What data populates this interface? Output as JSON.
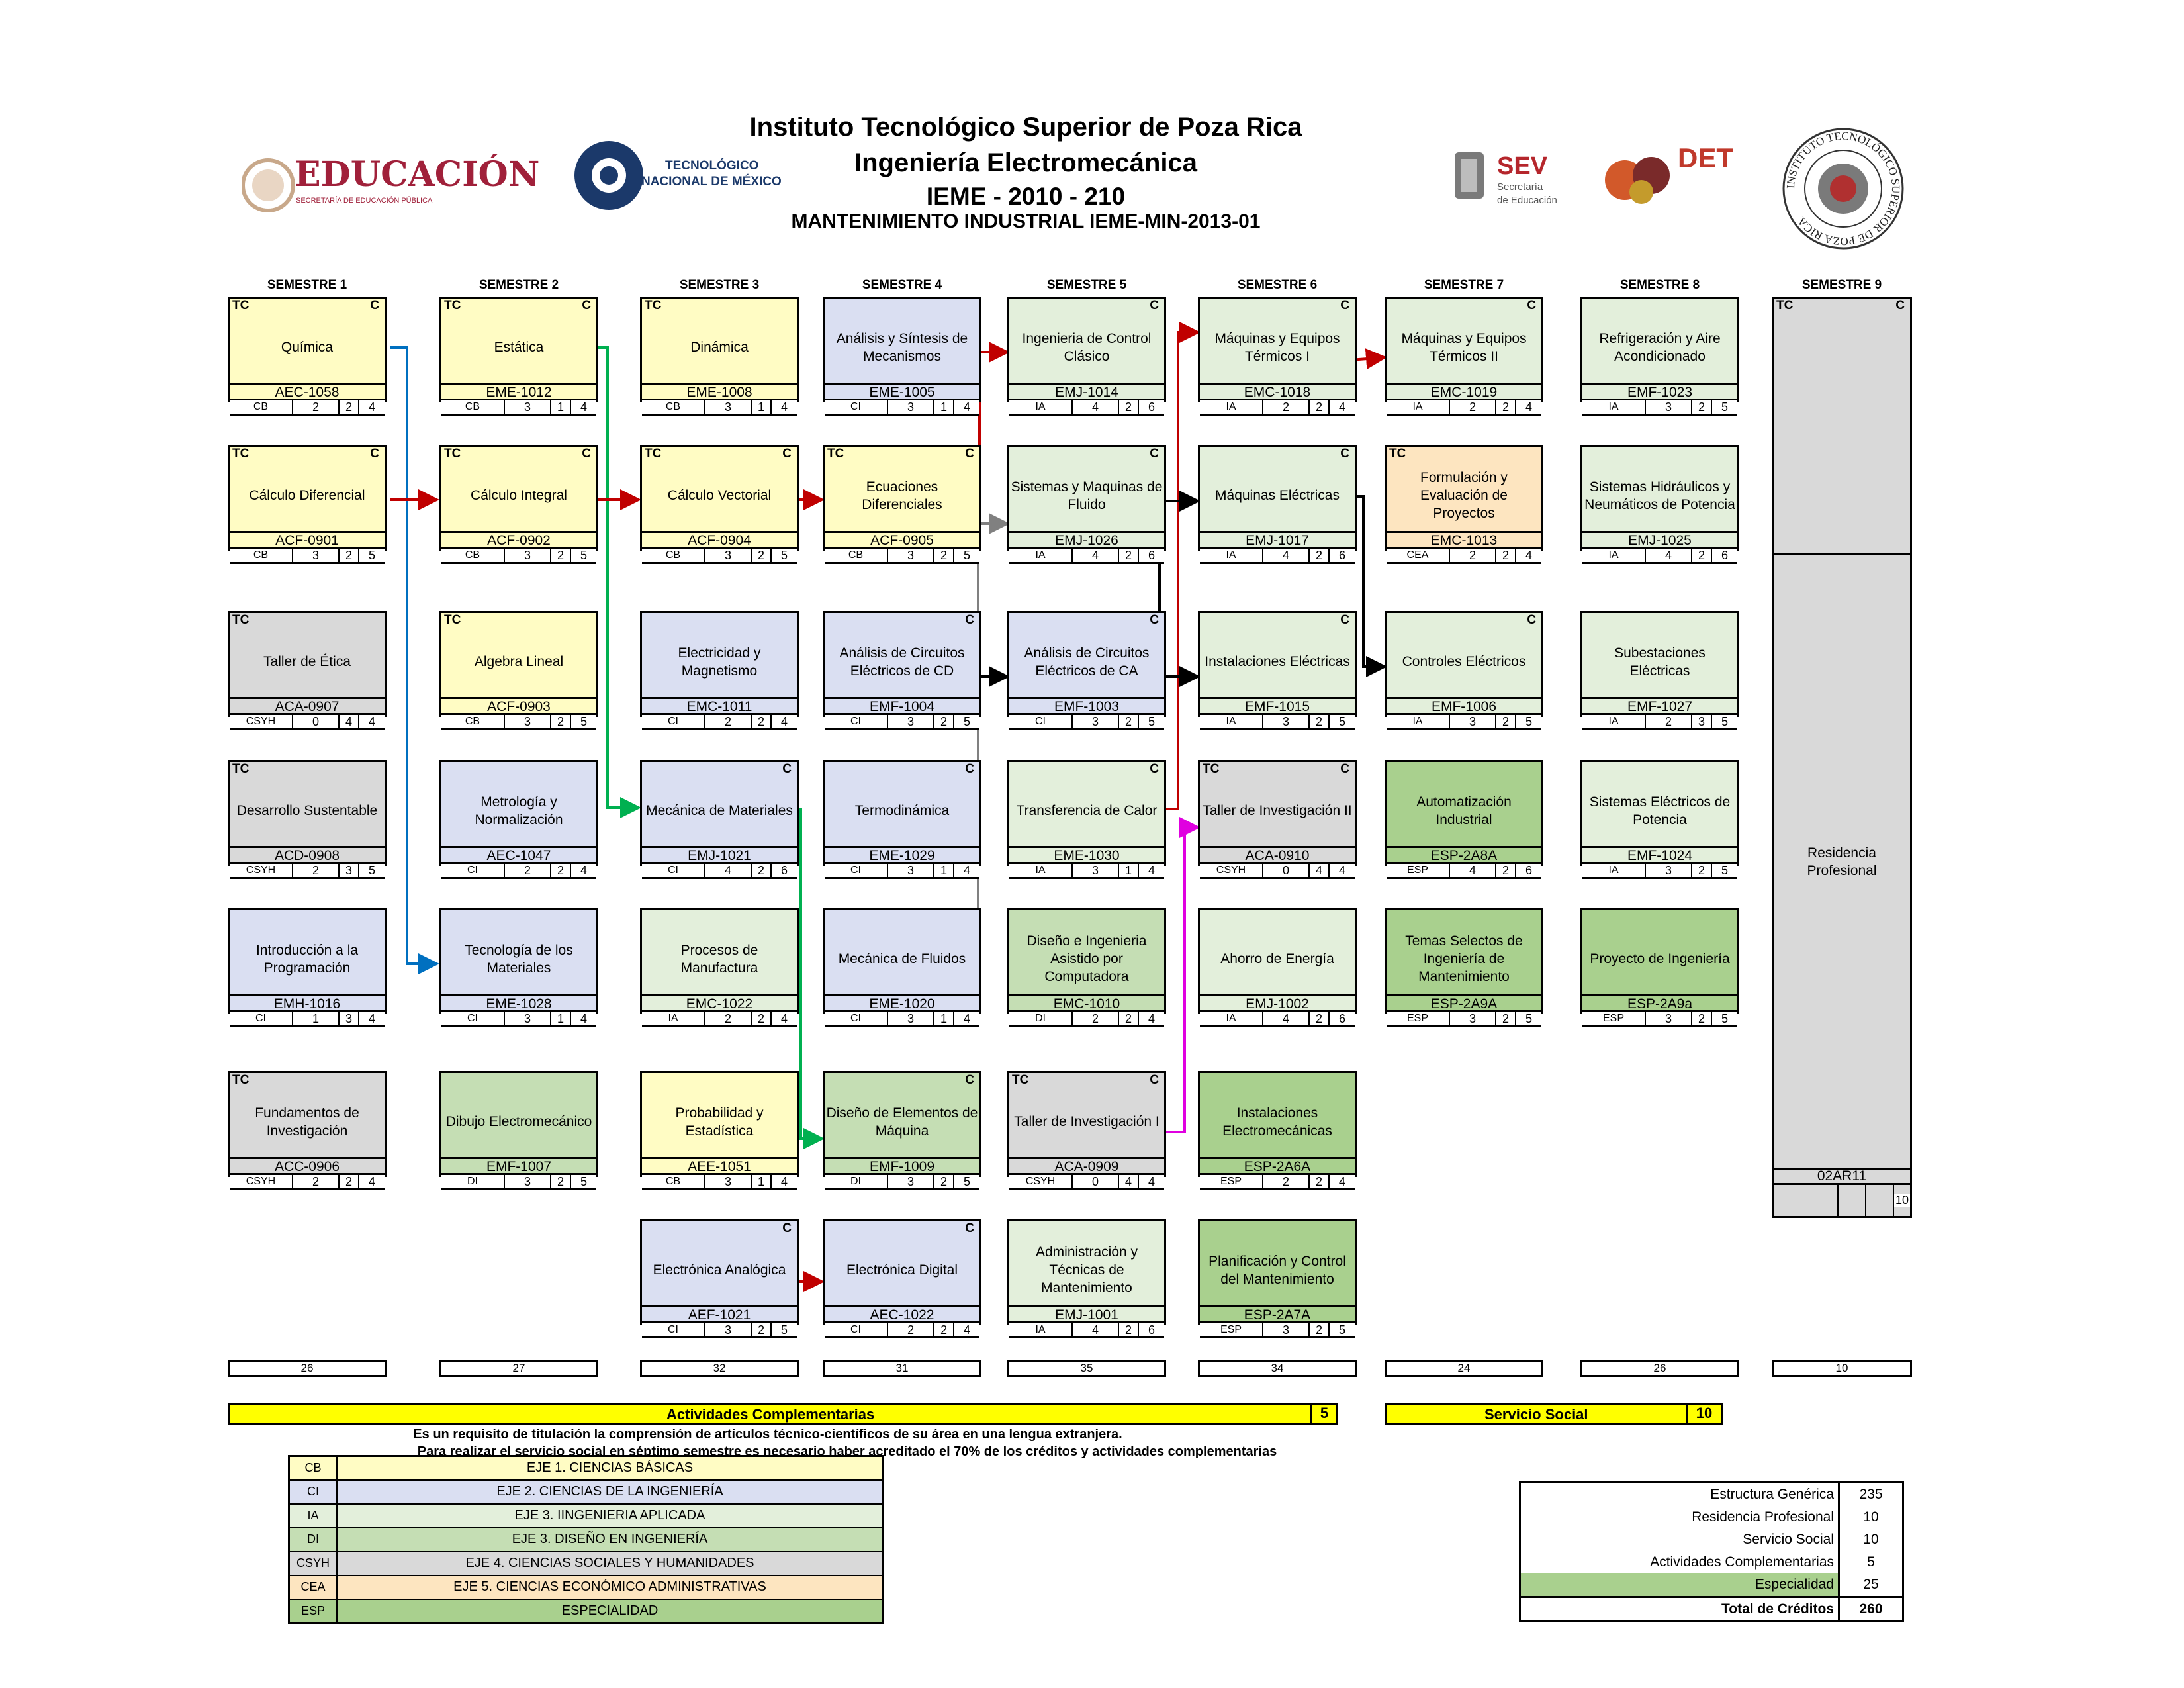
{
  "header": {
    "line1": "Instituto Tecnológico Superior de Poza Rica",
    "line2": "Ingeniería Electromecánica",
    "line3": "IEME - 2010 - 210",
    "line4": "MANTENIMIENTO INDUSTRIAL  IEME-MIN-2013-01"
  },
  "logos": {
    "educacion": "EDUCACIÓN",
    "educacion_sub": "SECRETARÍA DE EDUCACIÓN PÚBLICA",
    "tecnm_1": "TECNOLÓGICO",
    "tecnm_2": "NACIONAL DE MÉXICO",
    "sev": "SEV",
    "sev_sub1": "Secretaría",
    "sev_sub2": "de Educación",
    "det": "DET",
    "itspr_ring": "INSTITUTO TECNOLÓGICO SUPERIOR DE POZA RICA"
  },
  "semesters": [
    "SEMESTRE 1",
    "SEMESTRE 2",
    "SEMESTRE 3",
    "SEMESTRE 4",
    "SEMESTRE 5",
    "SEMESTRE 6",
    "SEMESTRE 7",
    "SEMESTRE 8",
    "SEMESTRE 9"
  ],
  "colors": {
    "CB": "#fffcc4",
    "CI": "#dadff2",
    "IA": "#e3efdb",
    "DI": "#c5deb4",
    "CSYH": "#d9d9d9",
    "CEA": "#fde5c0",
    "ESP": "#a9d08e",
    "yellow": "#ffff00"
  },
  "courses": [
    {
      "sem": 1,
      "row": 1,
      "tc": "TC",
      "c": "C",
      "name": "Química",
      "code": "AEC-1058",
      "area": "CB",
      "cr": [
        "2",
        "2",
        "4"
      ]
    },
    {
      "sem": 1,
      "row": 2,
      "tc": "TC",
      "c": "C",
      "name": "Cálculo Diferencial",
      "code": "ACF-0901",
      "area": "CB",
      "cr": [
        "3",
        "2",
        "5"
      ]
    },
    {
      "sem": 1,
      "row": 3,
      "tc": "TC",
      "c": "",
      "name": "Taller de Ética",
      "code": "ACA-0907",
      "area": "CSYH",
      "cr": [
        "0",
        "4",
        "4"
      ]
    },
    {
      "sem": 1,
      "row": 4,
      "tc": "TC",
      "c": "",
      "name": "Desarrollo Sustentable",
      "code": "ACD-0908",
      "area": "CSYH",
      "cr": [
        "2",
        "3",
        "5"
      ]
    },
    {
      "sem": 1,
      "row": 5,
      "tc": "",
      "c": "",
      "name": "Introducción a la Programación",
      "code": "EMH-1016",
      "area": "CI",
      "cr": [
        "1",
        "3",
        "4"
      ]
    },
    {
      "sem": 1,
      "row": 6,
      "tc": "TC",
      "c": "",
      "name": "Fundamentos de Investigación",
      "code": "ACC-0906",
      "area": "CSYH",
      "cr": [
        "2",
        "2",
        "4"
      ]
    },
    {
      "sem": 2,
      "row": 1,
      "tc": "TC",
      "c": "C",
      "name": "Estática",
      "code": "EME-1012",
      "area": "CB",
      "cr": [
        "3",
        "1",
        "4"
      ]
    },
    {
      "sem": 2,
      "row": 2,
      "tc": "TC",
      "c": "C",
      "name": "Cálculo Integral",
      "code": "ACF-0902",
      "area": "CB",
      "cr": [
        "3",
        "2",
        "5"
      ]
    },
    {
      "sem": 2,
      "row": 3,
      "tc": "TC",
      "c": "",
      "name": "Algebra Lineal",
      "code": "ACF-0903",
      "area": "CB",
      "cr": [
        "3",
        "2",
        "5"
      ]
    },
    {
      "sem": 2,
      "row": 4,
      "tc": "",
      "c": "",
      "name": "Metrología y Normalización",
      "code": "AEC-1047",
      "area": "CI",
      "cr": [
        "2",
        "2",
        "4"
      ]
    },
    {
      "sem": 2,
      "row": 5,
      "tc": "",
      "c": "",
      "name": "Tecnología de los Materiales",
      "code": "EME-1028",
      "area": "CI",
      "cr": [
        "3",
        "1",
        "4"
      ]
    },
    {
      "sem": 2,
      "row": 6,
      "tc": "",
      "c": "",
      "name": "Dibujo Electromecánico",
      "code": "EMF-1007",
      "area": "DI",
      "cr": [
        "3",
        "2",
        "5"
      ]
    },
    {
      "sem": 3,
      "row": 1,
      "tc": "TC",
      "c": "",
      "name": "Dinámica",
      "code": "EME-1008",
      "area": "CB",
      "cr": [
        "3",
        "1",
        "4"
      ]
    },
    {
      "sem": 3,
      "row": 2,
      "tc": "TC",
      "c": "C",
      "name": "Cálculo Vectorial",
      "code": "ACF-0904",
      "area": "CB",
      "cr": [
        "3",
        "2",
        "5"
      ]
    },
    {
      "sem": 3,
      "row": 3,
      "tc": "",
      "c": "",
      "name": "Electricidad y Magnetismo",
      "code": "EMC-1011",
      "area": "CI",
      "cr": [
        "2",
        "2",
        "4"
      ]
    },
    {
      "sem": 3,
      "row": 4,
      "tc": "",
      "c": "C",
      "name": "Mecánica de Materiales",
      "code": "EMJ-1021",
      "area": "CI",
      "cr": [
        "4",
        "2",
        "6"
      ]
    },
    {
      "sem": 3,
      "row": 5,
      "tc": "",
      "c": "",
      "name": "Procesos de Manufactura",
      "code": "EMC-1022",
      "area": "IA",
      "cr": [
        "2",
        "2",
        "4"
      ]
    },
    {
      "sem": 3,
      "row": 6,
      "tc": "",
      "c": "",
      "name": "Probabilidad y Estadística",
      "code": "AEE-1051",
      "area": "CB",
      "cr": [
        "3",
        "1",
        "4"
      ]
    },
    {
      "sem": 3,
      "row": 7,
      "tc": "",
      "c": "C",
      "name": "Electrónica Analógica",
      "code": "AEF-1021",
      "area": "CI",
      "cr": [
        "3",
        "2",
        "5"
      ]
    },
    {
      "sem": 4,
      "row": 1,
      "tc": "",
      "c": "",
      "name": "Análisis y Síntesis de Mecanismos",
      "code": "EME-1005",
      "area": "CI",
      "cr": [
        "3",
        "1",
        "4"
      ]
    },
    {
      "sem": 4,
      "row": 2,
      "tc": "TC",
      "c": "C",
      "name": "Ecuaciones Diferenciales",
      "code": "ACF-0905",
      "area": "CB",
      "cr": [
        "3",
        "2",
        "5"
      ]
    },
    {
      "sem": 4,
      "row": 3,
      "tc": "",
      "c": "C",
      "name": "Análisis de Circuitos Eléctricos de CD",
      "code": "EMF-1004",
      "area": "CI",
      "cr": [
        "3",
        "2",
        "5"
      ]
    },
    {
      "sem": 4,
      "row": 4,
      "tc": "",
      "c": "C",
      "name": "Termodinámica",
      "code": "EME-1029",
      "area": "CI",
      "cr": [
        "3",
        "1",
        "4"
      ]
    },
    {
      "sem": 4,
      "row": 5,
      "tc": "",
      "c": "",
      "name": "Mecánica de Fluidos",
      "code": "EME-1020",
      "area": "CI",
      "cr": [
        "3",
        "1",
        "4"
      ]
    },
    {
      "sem": 4,
      "row": 6,
      "tc": "",
      "c": "C",
      "name": "Diseño de Elementos de Máquina",
      "code": "EMF-1009",
      "area": "DI",
      "cr": [
        "3",
        "2",
        "5"
      ]
    },
    {
      "sem": 4,
      "row": 7,
      "tc": "",
      "c": "C",
      "name": "Electrónica Digital",
      "code": "AEC-1022",
      "area": "CI",
      "cr": [
        "2",
        "2",
        "4"
      ]
    },
    {
      "sem": 5,
      "row": 1,
      "tc": "",
      "c": "C",
      "name": "Ingenieria de Control Clásico",
      "code": "EMJ-1014",
      "area": "IA",
      "cr": [
        "4",
        "2",
        "6"
      ]
    },
    {
      "sem": 5,
      "row": 2,
      "tc": "",
      "c": "C",
      "name": "Sistemas y Maquinas de Fluido",
      "code": "EMJ-1026",
      "area": "IA",
      "cr": [
        "4",
        "2",
        "6"
      ]
    },
    {
      "sem": 5,
      "row": 3,
      "tc": "",
      "c": "C",
      "name": "Análisis de Circuitos Eléctricos de CA",
      "code": "EMF-1003",
      "area": "CI",
      "cr": [
        "3",
        "2",
        "5"
      ]
    },
    {
      "sem": 5,
      "row": 4,
      "tc": "",
      "c": "C",
      "name": "Transferencia de Calor",
      "code": "EME-1030",
      "area": "IA",
      "cr": [
        "3",
        "1",
        "4"
      ]
    },
    {
      "sem": 5,
      "row": 5,
      "tc": "",
      "c": "",
      "name": "Diseño e Ingenieria Asistido por Computadora",
      "code": "EMC-1010",
      "area": "DI",
      "cr": [
        "2",
        "2",
        "4"
      ]
    },
    {
      "sem": 5,
      "row": 6,
      "tc": "TC",
      "c": "C",
      "name": "Taller de Investigación I",
      "code": "ACA-0909",
      "area": "CSYH",
      "cr": [
        "0",
        "4",
        "4"
      ]
    },
    {
      "sem": 5,
      "row": 7,
      "tc": "",
      "c": "",
      "name": "Administración y Técnicas de Mantenimiento",
      "code": "EMJ-1001",
      "area": "IA",
      "cr": [
        "4",
        "2",
        "6"
      ]
    },
    {
      "sem": 6,
      "row": 1,
      "tc": "",
      "c": "C",
      "name": "Máquinas y Equipos Térmicos I",
      "code": "EMC-1018",
      "area": "IA",
      "cr": [
        "2",
        "2",
        "4"
      ]
    },
    {
      "sem": 6,
      "row": 2,
      "tc": "",
      "c": "C",
      "name": "Máquinas Eléctricas",
      "code": "EMJ-1017",
      "area": "IA",
      "cr": [
        "4",
        "2",
        "6"
      ]
    },
    {
      "sem": 6,
      "row": 3,
      "tc": "",
      "c": "C",
      "name": "Instalaciones Eléctricas",
      "code": "EMF-1015",
      "area": "IA",
      "cr": [
        "3",
        "2",
        "5"
      ]
    },
    {
      "sem": 6,
      "row": 4,
      "tc": "TC",
      "c": "C",
      "name": "Taller de Investigación II",
      "code": "ACA-0910",
      "area": "CSYH",
      "cr": [
        "0",
        "4",
        "4"
      ]
    },
    {
      "sem": 6,
      "row": 5,
      "tc": "",
      "c": "",
      "name": "Ahorro de Energía",
      "code": "EMJ-1002",
      "area": "IA",
      "cr": [
        "4",
        "2",
        "6"
      ]
    },
    {
      "sem": 6,
      "row": 6,
      "tc": "",
      "c": "",
      "name": "Instalaciones Electromecánicas",
      "code": "ESP-2A6A",
      "area": "ESP",
      "cr": [
        "2",
        "2",
        "4"
      ]
    },
    {
      "sem": 6,
      "row": 7,
      "tc": "",
      "c": "",
      "name": "Planificación y Control del Mantenimiento",
      "code": "ESP-2A7A",
      "area": "ESP",
      "cr": [
        "3",
        "2",
        "5"
      ]
    },
    {
      "sem": 7,
      "row": 1,
      "tc": "",
      "c": "C",
      "name": "Máquinas y Equipos Térmicos II",
      "code": "EMC-1019",
      "area": "IA",
      "cr": [
        "2",
        "2",
        "4"
      ]
    },
    {
      "sem": 7,
      "row": 2,
      "tc": "TC",
      "c": "",
      "name": "Formulación y Evaluación de Proyectos",
      "code": "EMC-1013",
      "area": "CEA",
      "cr": [
        "2",
        "2",
        "4"
      ]
    },
    {
      "sem": 7,
      "row": 3,
      "tc": "",
      "c": "C",
      "name": "Controles Eléctricos",
      "code": "EMF-1006",
      "area": "IA",
      "cr": [
        "3",
        "2",
        "5"
      ]
    },
    {
      "sem": 7,
      "row": 4,
      "tc": "",
      "c": "",
      "name": "Automatización Industrial",
      "code": "ESP-2A8A",
      "area": "ESP",
      "cr": [
        "4",
        "2",
        "6"
      ]
    },
    {
      "sem": 7,
      "row": 5,
      "tc": "",
      "c": "",
      "name": "Temas Selectos de Ingeniería de Mantenimiento",
      "code": "ESP-2A9A",
      "area": "ESP",
      "cr": [
        "3",
        "2",
        "5"
      ]
    },
    {
      "sem": 8,
      "row": 1,
      "tc": "",
      "c": "",
      "name": "Refrigeración y Aire Acondicionado",
      "code": "EMF-1023",
      "area": "IA",
      "cr": [
        "3",
        "2",
        "5"
      ]
    },
    {
      "sem": 8,
      "row": 2,
      "tc": "",
      "c": "",
      "name": "Sistemas Hidráulicos y Neumáticos de Potencia",
      "code": "EMJ-1025",
      "area": "IA",
      "cr": [
        "4",
        "2",
        "6"
      ]
    },
    {
      "sem": 8,
      "row": 3,
      "tc": "",
      "c": "",
      "name": "Subestaciones Eléctricas",
      "code": "EMF-1027",
      "area": "IA",
      "cr": [
        "2",
        "3",
        "5"
      ]
    },
    {
      "sem": 8,
      "row": 4,
      "tc": "",
      "c": "",
      "name": "Sistemas Eléctricos de Potencia",
      "code": "EMF-1024",
      "area": "IA",
      "cr": [
        "3",
        "2",
        "5"
      ]
    },
    {
      "sem": 8,
      "row": 5,
      "tc": "",
      "c": "",
      "name": "Proyecto de Ingeniería",
      "code": "ESP-2A9a",
      "area": "ESP",
      "cr": [
        "3",
        "2",
        "5"
      ]
    }
  ],
  "area_labels": {
    "CB": "CB",
    "CI": "CI",
    "IA": "IA",
    "DI": "DI",
    "CSYH": "CSYH",
    "CEA": "CEA",
    "ESP": "ESP"
  },
  "residencia": {
    "tc": "TC",
    "c": "C",
    "name": "Residencia Profesional",
    "code": "02AR11",
    "credits": "10"
  },
  "semester_totals": [
    "26",
    "27",
    "32",
    "31",
    "35",
    "34",
    "24",
    "26",
    "10"
  ],
  "actividades": {
    "label": "Actividades Complementarias",
    "value": "5"
  },
  "servicio": {
    "label": "Servicio Social",
    "value": "10"
  },
  "notes": [
    "Es un requisito de titulación la comprensión de artículos técnico-científicos de su área en una lengua extranjera.",
    "Para realizar el servicio social en séptimo semestre es necesario haber acreditado el 70% de los créditos y actividades complementarias"
  ],
  "legend": [
    {
      "abbr": "CB",
      "desc": "EJE 1. CIENCIAS BÁSICAS",
      "color": "#fffcc4"
    },
    {
      "abbr": "CI",
      "desc": "EJE 2. CIENCIAS DE LA INGENIERÍA",
      "color": "#dadff2"
    },
    {
      "abbr": "IA",
      "desc": "EJE 3. IINGENIERIA APLICADA",
      "color": "#e3efdb"
    },
    {
      "abbr": "DI",
      "desc": "EJE 3. DISEÑO EN INGENIERÍA",
      "color": "#c5deb4"
    },
    {
      "abbr": "CSYH",
      "desc": "EJE 4. CIENCIAS SOCIALES Y HUMANIDADES",
      "color": "#d9d9d9"
    },
    {
      "abbr": "CEA",
      "desc": "EJE 5. CIENCIAS ECONÓMICO ADMINISTRATIVAS",
      "color": "#fde5c0"
    },
    {
      "abbr": "ESP",
      "desc": "ESPECIALIDAD",
      "color": "#a9d08e"
    }
  ],
  "summary": [
    {
      "label": "Estructura Genérica",
      "value": "235"
    },
    {
      "label": "Residencia Profesional",
      "value": "10"
    },
    {
      "label": "Servicio Social",
      "value": "10"
    },
    {
      "label": "Actividades Complementarias",
      "value": "5"
    },
    {
      "label": "Especialidad",
      "value": "25",
      "highlight": true
    },
    {
      "label": "Total de Créditos",
      "value": "260",
      "bold": true
    }
  ]
}
